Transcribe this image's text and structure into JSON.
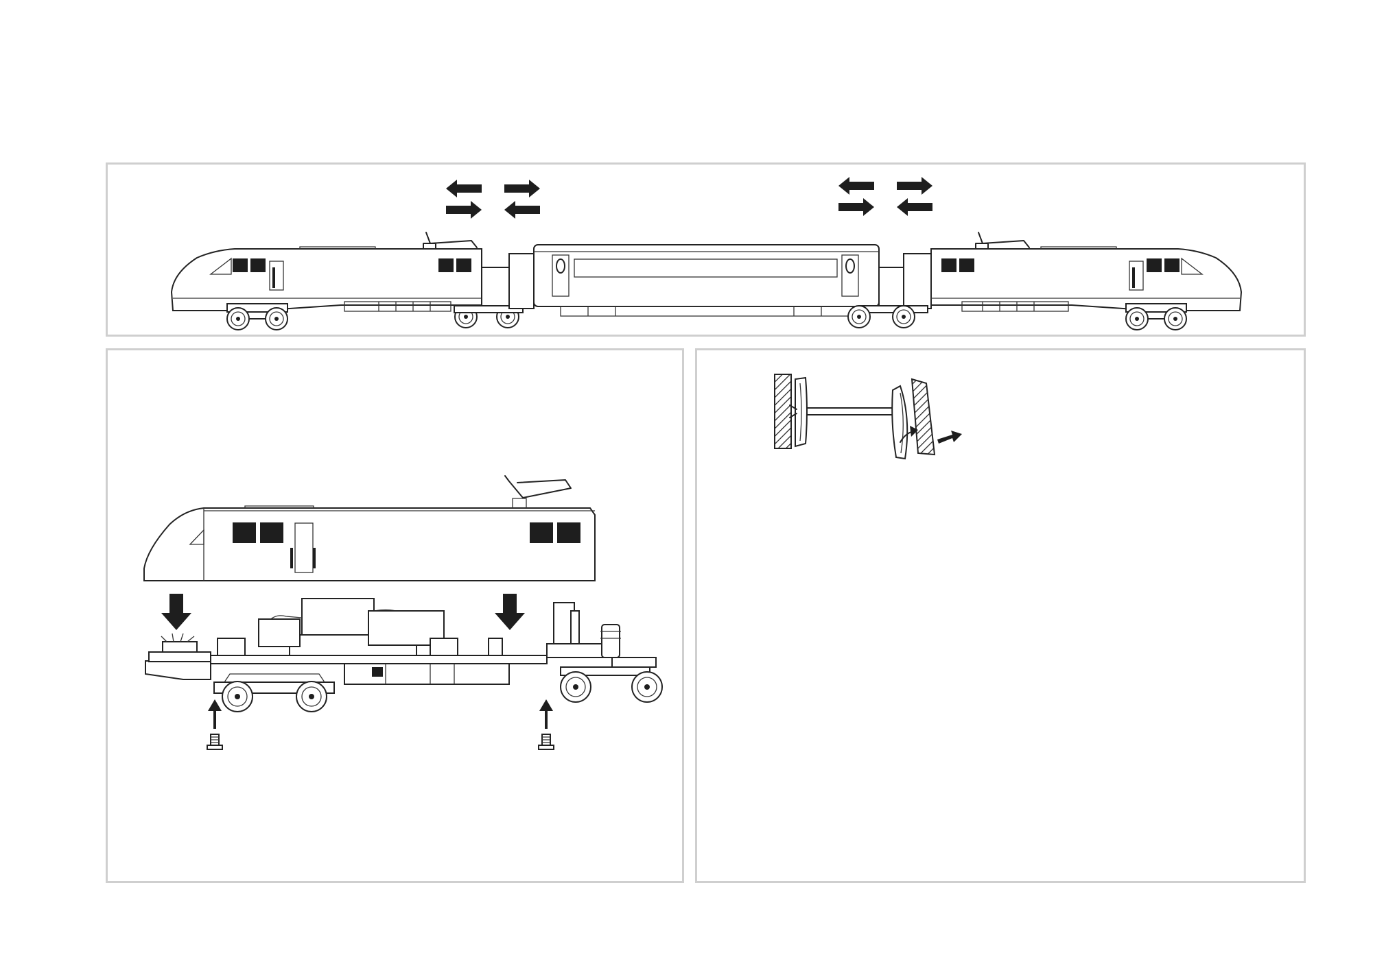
{
  "colors": {
    "frame": "#cfcfcf",
    "ink": "#1e1e1e",
    "background": "#ffffff"
  },
  "figures": [
    {
      "id": "train-coupling",
      "icons": [
        "arrow-left-icon",
        "arrow-right-icon"
      ]
    },
    {
      "id": "body-removal",
      "icons": [
        "arrow-down-icon",
        "arrow-up-icon",
        "screw-icon"
      ]
    },
    {
      "id": "wheelset-removal",
      "icons": [
        "arrow-icon"
      ]
    }
  ]
}
